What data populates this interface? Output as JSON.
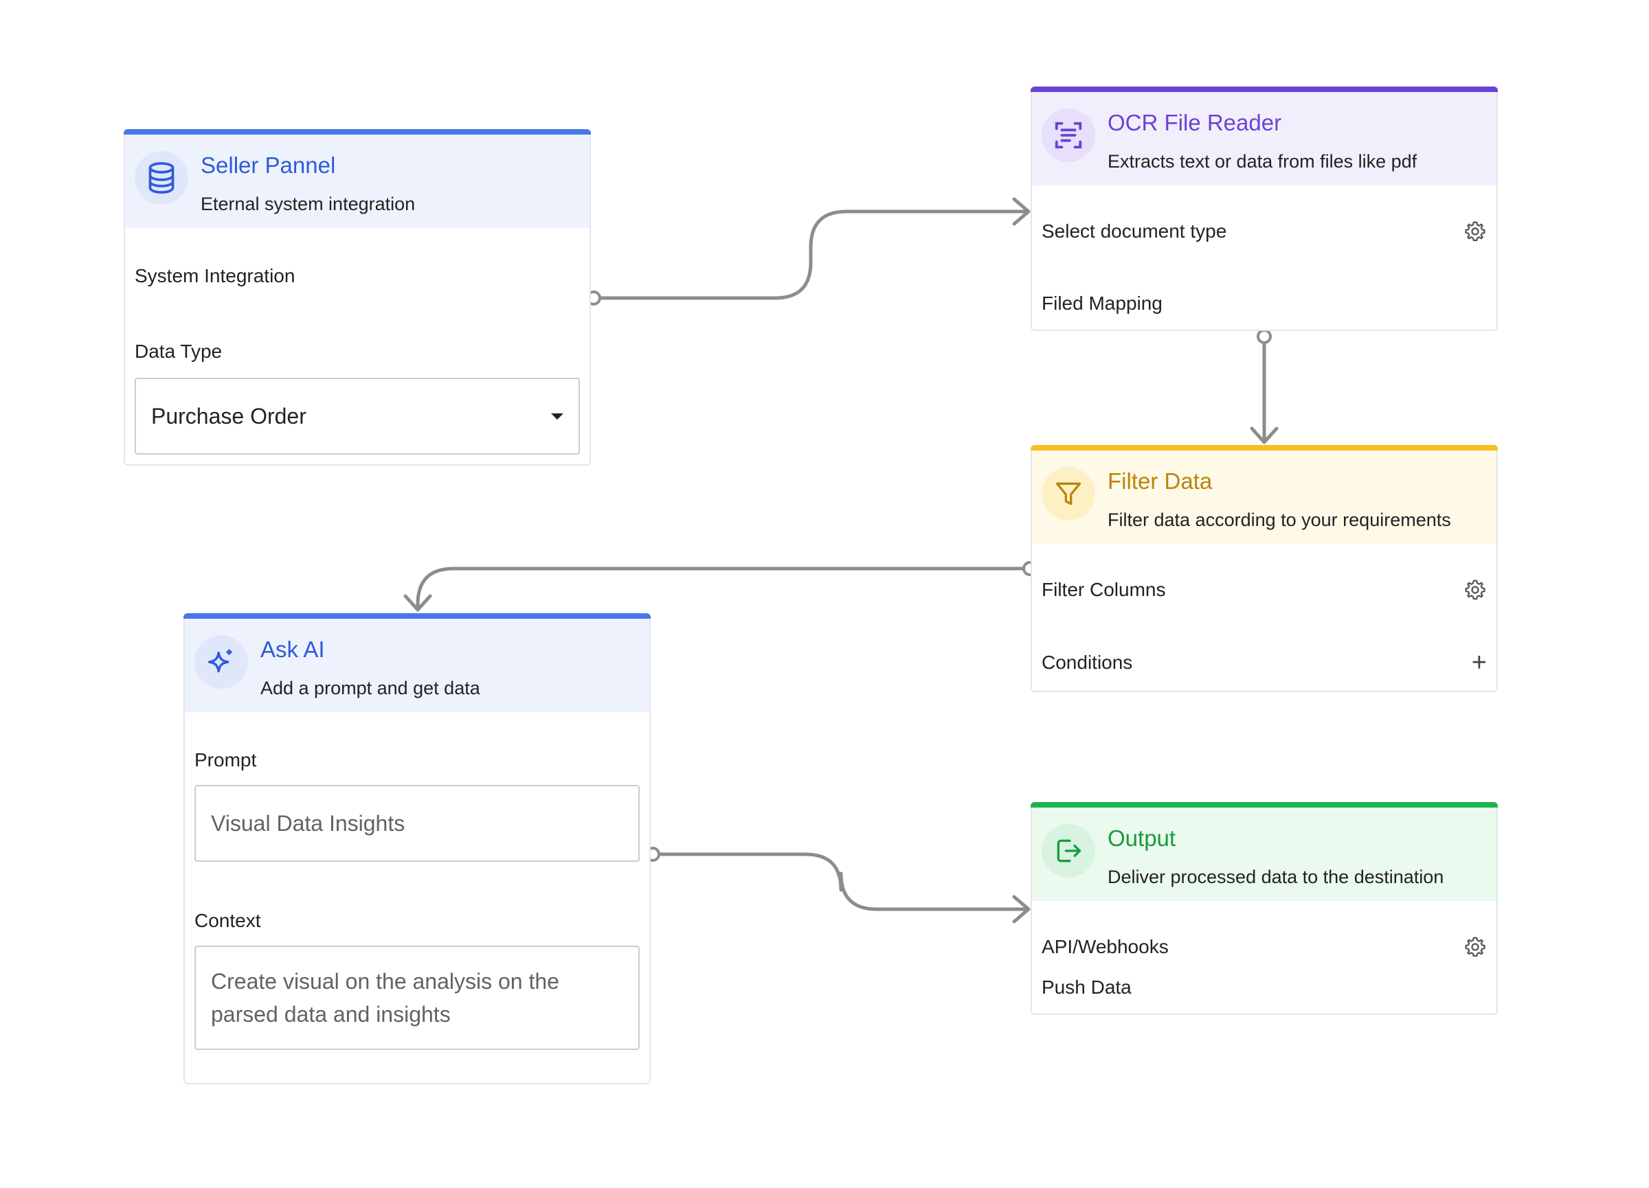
{
  "colors": {
    "blue": "#4a78e8",
    "blue_title": "#2f5bd9",
    "blue_header": "#eef2fd",
    "purple": "#6a42d6",
    "purple_header": "#f2effd",
    "yellow": "#fbbd22",
    "yellow_title": "#b8860b",
    "yellow_header": "#fff9e8",
    "green": "#1db34a",
    "green_title": "#169c3c",
    "green_header": "#eafaee",
    "connector": "#8c8c8c"
  },
  "seller": {
    "title": "Seller Pannel",
    "subtitle": "Eternal system integration",
    "system_integration_label": "System Integration",
    "data_type_label": "Data Type",
    "data_type_value": "Purchase Order",
    "icon": "database-icon"
  },
  "ocr": {
    "title": "OCR File Reader",
    "subtitle": "Extracts text or data from files like pdf",
    "select_document_label": "Select document type",
    "field_mapping_label": "Filed Mapping",
    "icon": "document-scan-icon"
  },
  "filter": {
    "title": "Filter Data",
    "subtitle": "Filter data according to your requirements",
    "filter_columns_label": "Filter Columns",
    "conditions_label": "Conditions",
    "icon": "funnel-icon"
  },
  "ask_ai": {
    "title": "Ask AI",
    "subtitle": "Add a prompt and get data",
    "prompt_label": "Prompt",
    "prompt_value": "Visual Data Insights",
    "context_label": "Context",
    "context_value": "Create visual on the analysis on the parsed data and insights",
    "icon": "sparkle-icon"
  },
  "output": {
    "title": "Output",
    "subtitle": "Deliver processed data to the destination",
    "api_label": "API/Webhooks",
    "push_label": "Push Data",
    "icon": "export-icon"
  }
}
